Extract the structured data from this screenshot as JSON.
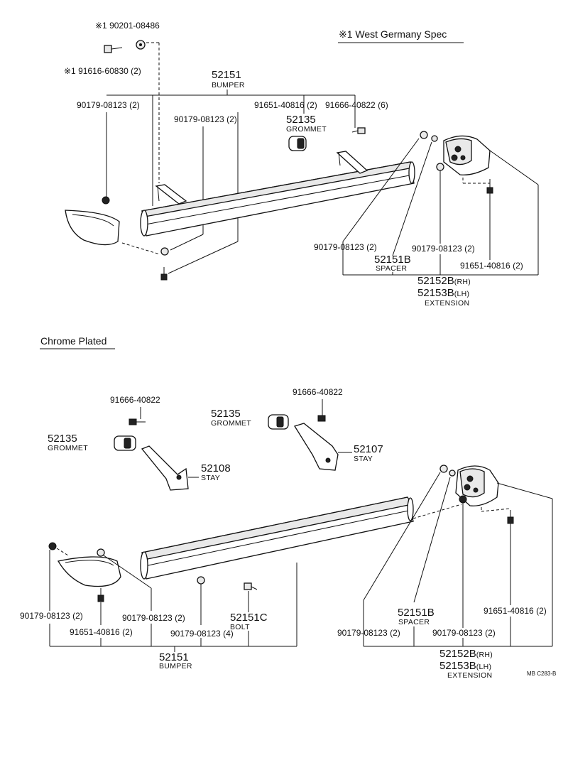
{
  "top": {
    "note_nut": "※1 90201-08486",
    "note_bolt": "※1 91616-60830 (2)",
    "spec_heading": "※1 West Germany Spec",
    "bumper_pn": "52151",
    "bumper_name": "BUMPER",
    "lbl_90179_left": "90179-08123 (2)",
    "lbl_90179_mid": "90179-08123 (2)",
    "lbl_91651": "91651-40816 (2)",
    "lbl_91666": "91666-40822 (6)",
    "grommet_pn": "52135",
    "grommet_name": "GROMMET",
    "lbl_90179_spacer": "90179-08123 (2)",
    "spacer_pn": "52151B",
    "spacer_name": "SPACER",
    "lbl_90179_ext": "90179-08123 (2)",
    "lbl_91651_ext": "91651-40816 (2)",
    "ext_rh": "52152B",
    "ext_rh_side": "(RH)",
    "ext_lh": "52153B",
    "ext_lh_side": "(LH)",
    "ext_name": "EXTENSION"
  },
  "bottom": {
    "section_heading": "Chrome Plated",
    "lbl_91666_left": "91666-40822",
    "lbl_91666_right": "91666-40822",
    "grommet_left_pn": "52135",
    "grommet_left_name": "GROMMET",
    "grommet_right_pn": "52135",
    "grommet_right_name": "GROMMET",
    "stay_left_pn": "52108",
    "stay_left_name": "STAY",
    "stay_right_pn": "52107",
    "stay_right_name": "STAY",
    "lbl_90179_a": "90179-08123 (2)",
    "lbl_91651_a": "91651-40816 (2)",
    "lbl_90179_b": "90179-08123 (2)",
    "lbl_90179_c": "90179-08123 (4)",
    "bolt_pn": "52151C",
    "bolt_name": "BOLT",
    "bumper_pn": "52151",
    "bumper_name": "BUMPER",
    "spacer_pn": "52151B",
    "spacer_name": "SPACER",
    "lbl_90179_spacer": "90179-08123 (2)",
    "lbl_90179_ext": "90179-08123 (2)",
    "lbl_91651_ext": "91651-40816 (2)",
    "ext_rh": "52152B",
    "ext_rh_side": "(RH)",
    "ext_lh": "52153B",
    "ext_lh_side": "(LH)",
    "ext_name": "EXTENSION",
    "ref_code": "MB C283-B"
  }
}
